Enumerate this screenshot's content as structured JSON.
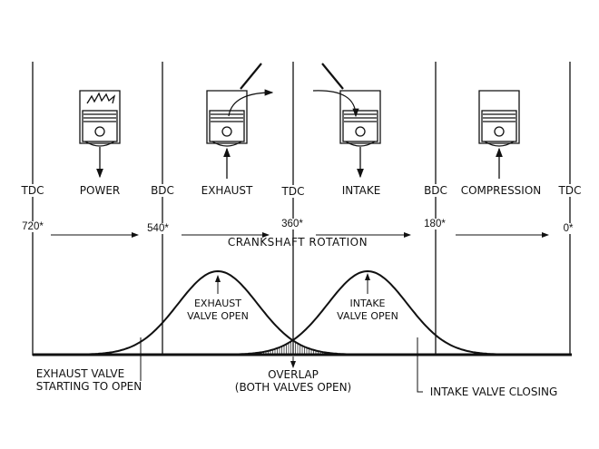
{
  "positions": [
    "TDC",
    "BDC",
    "TDC",
    "BDC",
    "TDC"
  ],
  "strokes": [
    "POWER",
    "EXHAUST",
    "INTAKE",
    "COMPRESSION"
  ],
  "degrees": [
    "720*",
    "540*",
    "360*",
    "180*",
    "0*"
  ],
  "rotation_label": "CRANKSHAFT ROTATION",
  "curve_labels": {
    "exhaust_open": [
      "EXHAUST",
      "VALVE OPEN"
    ],
    "intake_open": [
      "INTAKE",
      "VALVE OPEN"
    ]
  },
  "annotations": {
    "exhaust_start": [
      "EXHAUST VALVE",
      "STARTING TO OPEN"
    ],
    "overlap": [
      "OVERLAP",
      "(BOTH VALVES OPEN)"
    ],
    "intake_closing": "INTAKE VALVE CLOSING"
  }
}
